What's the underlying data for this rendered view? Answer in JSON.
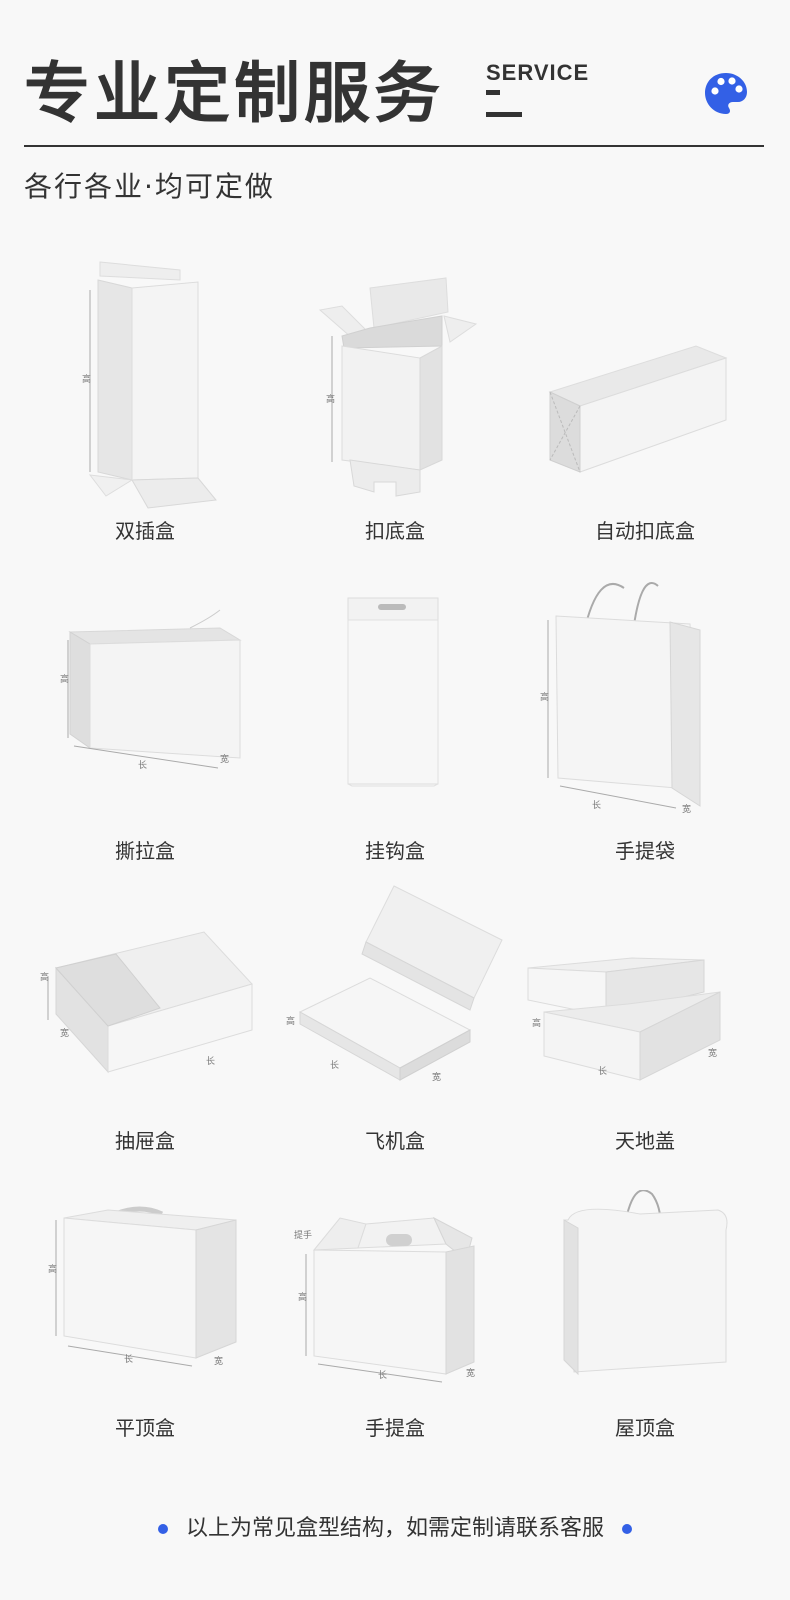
{
  "header": {
    "title": "专业定制服务",
    "service_label": "SERVICE",
    "subtitle": "各行各业·均可定做",
    "palette_icon": "palette-icon",
    "accent_color": "#3360e6"
  },
  "dimensions": {
    "height": "高",
    "length": "长",
    "width": "宽",
    "handle": "提手"
  },
  "boxes": [
    {
      "label": "双插盒"
    },
    {
      "label": "扣底盒"
    },
    {
      "label": "自动扣底盒"
    },
    {
      "label": "撕拉盒"
    },
    {
      "label": "挂钩盒"
    },
    {
      "label": "手提袋"
    },
    {
      "label": "抽屉盒"
    },
    {
      "label": "飞机盒"
    },
    {
      "label": "天地盖"
    },
    {
      "label": "平顶盒"
    },
    {
      "label": "手提盒"
    },
    {
      "label": "屋顶盒"
    }
  ],
  "footer": {
    "text": "以上为常见盒型结构，如需定制请联系客服"
  }
}
